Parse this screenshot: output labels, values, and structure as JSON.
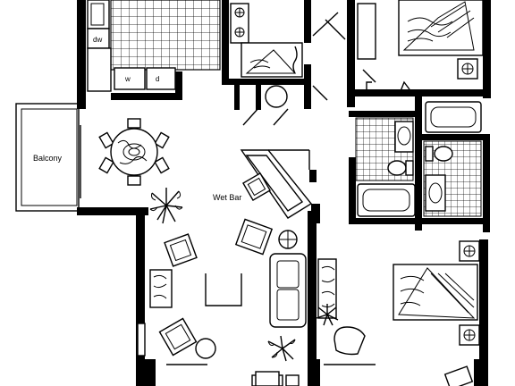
{
  "labels": {
    "balcony": "Balcony",
    "wet_bar": "Wet Bar",
    "dishwasher": "dw",
    "washer": "w",
    "dryer": "d"
  }
}
